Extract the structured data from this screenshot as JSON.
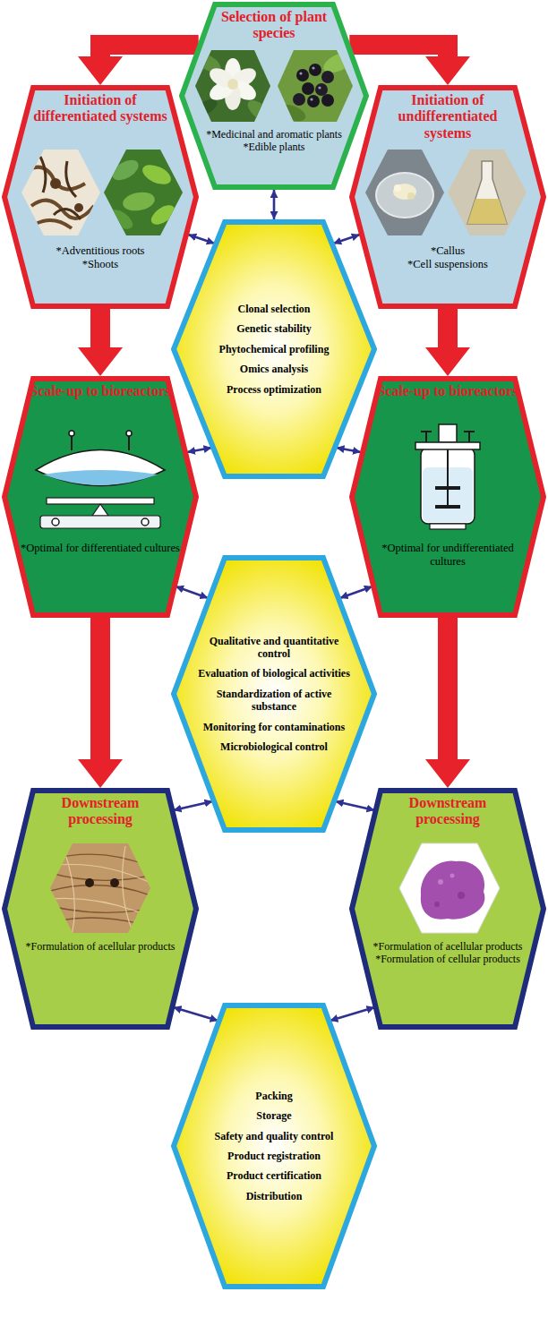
{
  "diagram": {
    "nodes": [
      {
        "text": [
          "Selection of plant species",
          "*Medicinal and aromatic plants",
          "*Edible plants"
        ]
      },
      {
        "text": [
          "Initiation of differentiated systems",
          "*Adventitious roots",
          "*Shoots"
        ]
      },
      {
        "text": [
          "Initiation of undifferentiated systems",
          "*Callus",
          "*Cell suspensions"
        ]
      },
      {
        "text": [
          "Clonal selection",
          "Genetic stability",
          "Phytochemical profiling",
          "Omics analysis",
          "Process optimization"
        ]
      },
      {
        "text": [
          "Scale-up to bioreactors",
          "*Optimal for differentiated cultures"
        ]
      },
      {
        "text": [
          "Scale-up to bioreactors",
          "*Optimal for undifferentiated cultures"
        ]
      },
      {
        "text": [
          "Qualitative and quantitative control",
          "Evaluation of biological activities",
          "Standardization of active substance",
          "Monitoring for contaminations",
          "Microbiological control"
        ]
      },
      {
        "text": [
          "Downstream processing",
          "*Formulation of acellular products"
        ]
      },
      {
        "text": [
          "Downstream processing",
          "*Formulation of acellular products",
          "*Formulation of cellular products"
        ]
      },
      {
        "text": [
          "Packing",
          "Storage",
          "Safety and quality control",
          "Product registration",
          "Product certification",
          "Distribution"
        ]
      }
    ],
    "edges": [
      {
        "from": 0,
        "to": 1,
        "arrow": "to"
      },
      {
        "from": 0,
        "to": 2,
        "arrow": "to"
      },
      {
        "from": 1,
        "to": 4,
        "arrow": "to"
      },
      {
        "from": 2,
        "to": 5,
        "arrow": "to"
      },
      {
        "from": 4,
        "to": 7,
        "arrow": "to"
      },
      {
        "from": 5,
        "to": 8,
        "arrow": "to"
      },
      {
        "from": 0,
        "to": 3,
        "arrow": "both"
      },
      {
        "from": 1,
        "to": 3,
        "arrow": "both"
      },
      {
        "from": 2,
        "to": 3,
        "arrow": "both"
      },
      {
        "from": 3,
        "to": 4,
        "arrow": "both"
      },
      {
        "from": 3,
        "to": 5,
        "arrow": "both"
      },
      {
        "from": 4,
        "to": 6,
        "arrow": "both"
      },
      {
        "from": 5,
        "to": 6,
        "arrow": "both"
      },
      {
        "from": 6,
        "to": 7,
        "arrow": "both"
      },
      {
        "from": 6,
        "to": 8,
        "arrow": "both"
      },
      {
        "from": 7,
        "to": 9,
        "arrow": "both"
      },
      {
        "from": 8,
        "to": 9,
        "arrow": "both"
      }
    ]
  }
}
